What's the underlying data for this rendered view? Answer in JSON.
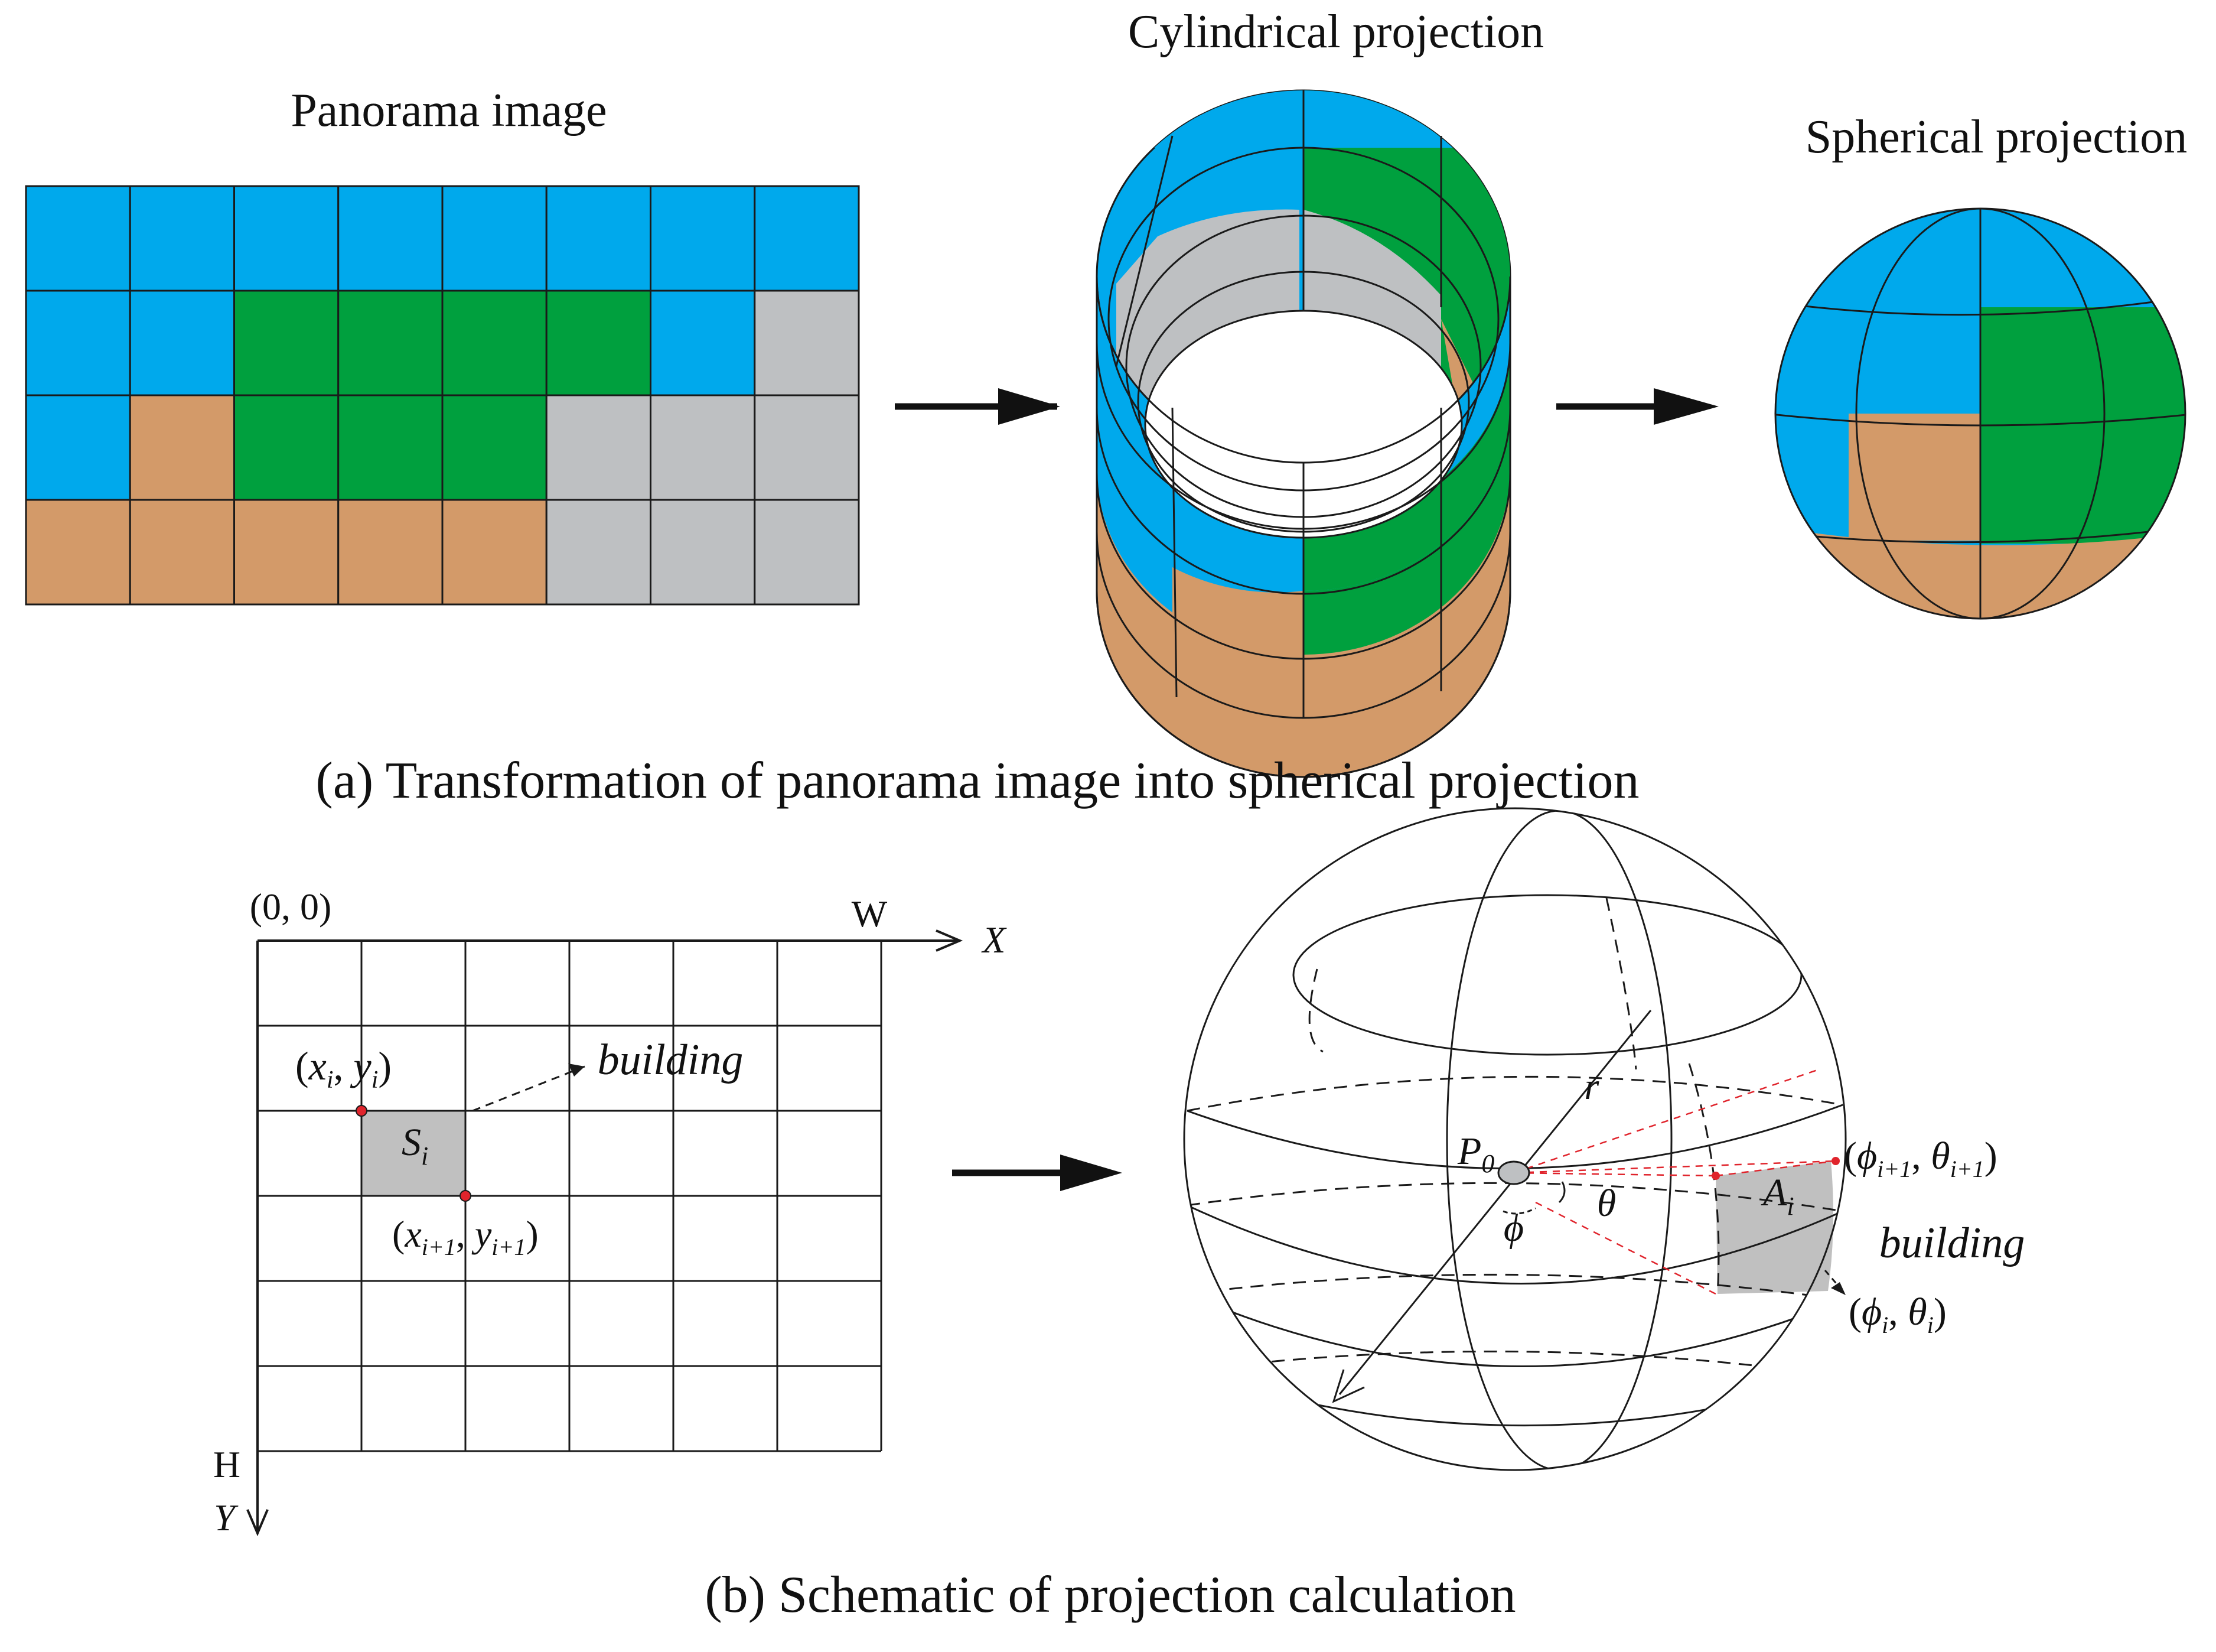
{
  "colors": {
    "sky": "#00A9EC",
    "vegetation": "#00A03E",
    "ground": "#D39A69",
    "building": "#BEC0C2",
    "selection": "#C0C0C0",
    "marker": "#E0242C",
    "line": "#1A1A1A"
  },
  "panel_a": {
    "caption": "(a) Transformation of panorama image into spherical projection",
    "panorama_title": "Panorama image",
    "cylinder_title": "Cylindrical projection",
    "sphere_title": "Spherical projection",
    "grid_cells": [
      [
        "sky",
        "sky",
        "sky",
        "sky",
        "sky",
        "sky",
        "sky",
        "sky"
      ],
      [
        "sky",
        "sky",
        "vegetation",
        "vegetation",
        "vegetation",
        "vegetation",
        "sky",
        "building"
      ],
      [
        "sky",
        "ground",
        "vegetation",
        "vegetation",
        "vegetation",
        "building",
        "building",
        "building"
      ],
      [
        "ground",
        "ground",
        "ground",
        "ground",
        "ground",
        "building",
        "building",
        "building"
      ]
    ]
  },
  "panel_b": {
    "caption": "(b) Schematic of projection calculation",
    "origin_label": "(0, 0)",
    "w_label": "W",
    "h_label": "H",
    "x_axis_label": "X",
    "y_axis_label": "Y",
    "building_label": "building",
    "area_label": "S",
    "area_sub": "i",
    "pt1": {
      "x": "x",
      "x_sub": "i",
      "y": "y",
      "y_sub": "i"
    },
    "pt2": {
      "x": "x",
      "x_sub": "i+1",
      "y": "y",
      "y_sub": "i+1"
    },
    "sphere": {
      "radius_label": "r",
      "center_label": "P",
      "center_sub": "0",
      "phi_label": "ϕ",
      "theta_label": "θ",
      "area_label": "A",
      "area_sub": "i",
      "building_label": "building",
      "coord_upper": {
        "phi": "ϕ",
        "phi_sub": "i+1",
        "theta": "θ",
        "theta_sub": "i+1"
      },
      "coord_lower": {
        "phi": "ϕ",
        "phi_sub": "i",
        "theta": "θ",
        "theta_sub": "i"
      }
    }
  }
}
